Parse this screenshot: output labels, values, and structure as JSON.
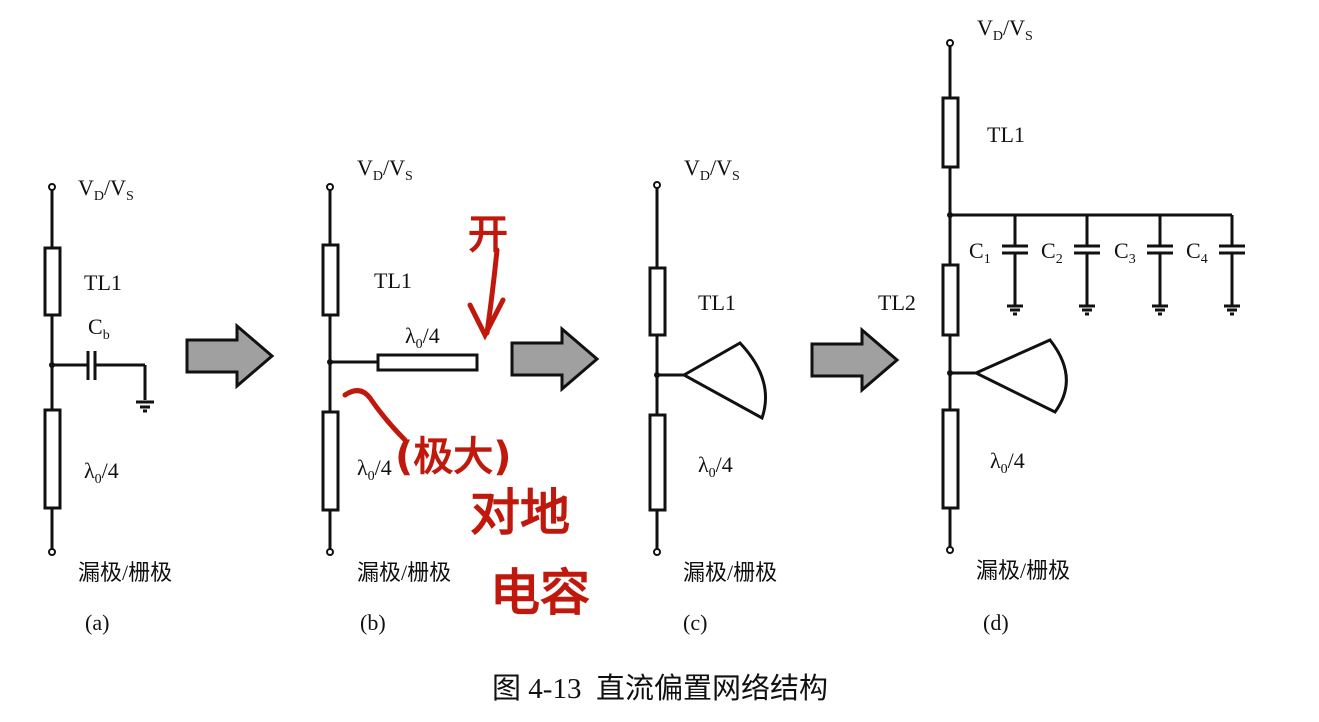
{
  "labels": {
    "supply": "V",
    "supply_sub1": "D",
    "supply_sep": "/V",
    "supply_sub2": "S",
    "tl1": "TL1",
    "tl2": "TL2",
    "quarter_wave": "λ",
    "quarter_wave_sub": "0",
    "quarter_wave_tail": "/4",
    "cb": "C",
    "cb_sub": "b",
    "c1": "C",
    "c1_sub": "1",
    "c2": "C",
    "c2_sub": "2",
    "c3": "C",
    "c3_sub": "3",
    "c4": "C",
    "c4_sub": "4",
    "terminal": "漏极/栅极",
    "panel_a": "(a)",
    "panel_b": "(b)",
    "panel_c": "(c)",
    "panel_d": "(d)"
  },
  "annotation": {
    "open": "开",
    "large": "(极大)",
    "line2": "对地",
    "line3": "电容",
    "color": "#c0180c"
  },
  "caption": "图 4-13  直流偏置网络结构",
  "colors": {
    "arrow_fill": "#a0a0a0",
    "line": "#111111"
  }
}
